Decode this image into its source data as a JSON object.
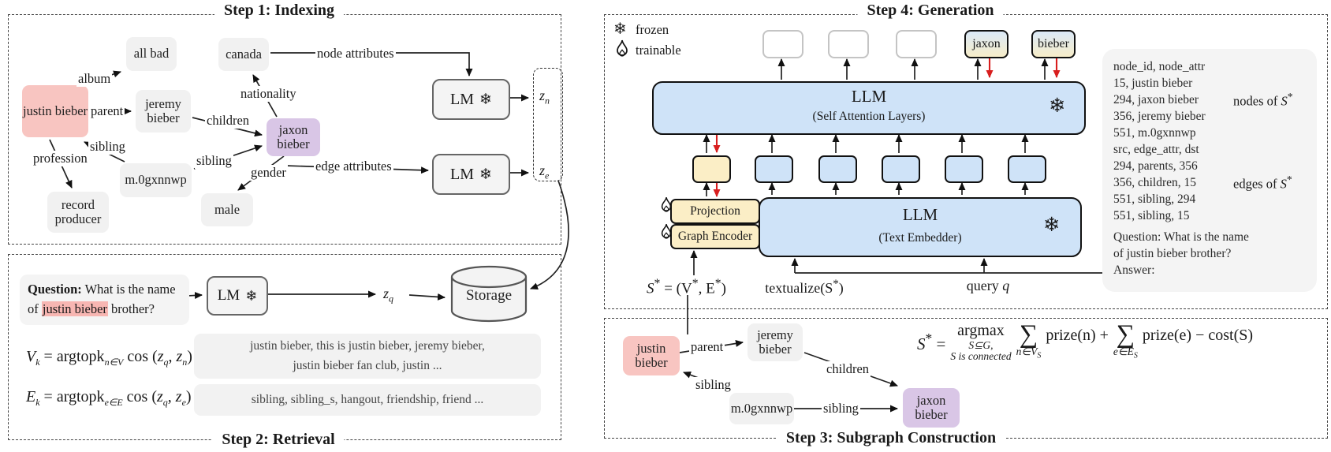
{
  "icons": {
    "snowflake": "❄",
    "flame": "flame"
  },
  "colors": {
    "node_pink": "#f8c5c1",
    "node_purple": "#d9c6e6",
    "node_gray": "#f1f1f1",
    "box_blue": "#cfe3f8",
    "box_yellow": "#fbeec6",
    "red_arrow": "#d81e1e",
    "attention_pink": "#f0aaaa"
  },
  "panels": {
    "step1": {
      "title": "Step 1: Indexing"
    },
    "step2": {
      "title": "Step 2: Retrieval"
    },
    "step3": {
      "title": "Step 3: Subgraph Construction"
    },
    "step4": {
      "title": "Step 4: Generation"
    }
  },
  "step1": {
    "nodes": {
      "justin": "justin bieber",
      "all_bad": "all bad",
      "jeremy": "jeremy bieber",
      "canada": "canada",
      "jaxon": "jaxon bieber",
      "m0": "m.0gxnnwp",
      "record": "record producer",
      "male": "male"
    },
    "edges": {
      "album": "album",
      "parent": "parent",
      "nationality": "nationality",
      "children": "children",
      "sibling_jb": "sibling",
      "sibling_jx": "sibling",
      "profession": "profession",
      "gender": "gender"
    },
    "node_attributes_label": "node attributes",
    "edge_attributes_label": "edge attributes",
    "lm_label": "LM",
    "z_n": {
      "base": "z",
      "sub": "n"
    },
    "z_e": {
      "base": "z",
      "sub": "e"
    }
  },
  "step2": {
    "question": {
      "bold": "Question:",
      "line1_rest": " What is the name",
      "line2_pre": "of ",
      "highlight": "justin bieber",
      "line2_post": " brother?"
    },
    "lm_label": "LM",
    "z_q": {
      "base": "z",
      "sub": "q"
    },
    "storage_label": "Storage",
    "vk": {
      "lhs": "V",
      "lhs_sub": "k",
      "eq": " = argtopk",
      "arg_sub": "n∈V",
      "cos": " cos (",
      "z1": "z",
      "z1_sub": "q",
      "sep": ", ",
      "z2": "z",
      "z2_sub": "n",
      "close": ")"
    },
    "ek": {
      "lhs": "E",
      "lhs_sub": "k",
      "eq": " = argtopk",
      "arg_sub": "e∈E",
      "cos": " cos (",
      "z1": "z",
      "z1_sub": "q",
      "sep": ", ",
      "z2": "z",
      "z2_sub": "e",
      "close": ")"
    },
    "retrieved_nodes_line1": "justin bieber, this is justin bieber, jeremy bieber,",
    "retrieved_nodes_line2": "justin bieber fan club, justin ...",
    "retrieved_edges_line1": "sibling, sibling_s, hangout, friendship, friend ..."
  },
  "step4": {
    "legend": {
      "frozen": "frozen",
      "trainable": "trainable"
    },
    "tokens_out": [
      "jaxon",
      "bieber"
    ],
    "llm_sa": {
      "name": "LLM",
      "sub": "(Self Attention Layers)"
    },
    "llm_te": {
      "name": "LLM",
      "sub": "(Text Embedder)"
    },
    "projection_label": "Projection",
    "graph_encoder_label": "Graph Encoder",
    "s_star": {
      "p1": "S",
      "s1": "*",
      "p2": " = (V",
      "s2": "*",
      "p3": ", E",
      "s3": "*",
      "p4": ")"
    },
    "textualize": {
      "p1": "textualize(S",
      "s1": "*",
      "p2": ")"
    },
    "query": {
      "p1": "query ",
      "q": "q"
    },
    "info": {
      "node_lines": [
        "node_id, node_attr",
        "15, justin bieber",
        "294, jaxon bieber",
        "356, jeremy bieber",
        "551, m.0gxnnwp"
      ],
      "nodes_label": {
        "pre": "nodes of ",
        "s": "S",
        "sup": "*"
      },
      "edge_lines": [
        "src, edge_attr, dst",
        "294, parents, 356",
        "356, children, 15",
        "551, sibling, 294",
        "551, sibling, 15"
      ],
      "edges_label": {
        "pre": "edges of ",
        "s": "S",
        "sup": "*"
      },
      "qa_lines": [
        "Question: What is the name",
        "of justin bieber brother?",
        "Answer:"
      ]
    }
  },
  "step3": {
    "nodes": {
      "justin": "justin bieber",
      "jeremy": "jeremy bieber",
      "m0": "m.0gxnnwp",
      "jaxon": "jaxon bieber"
    },
    "edges": {
      "parent": "parent",
      "sibling_jb": "sibling",
      "children": "children",
      "sibling_jx": "sibling"
    },
    "formula": {
      "lhs": "S",
      "star": "*",
      "eq": "=",
      "argmax": "argmax",
      "cond1": "S⊆G,",
      "cond2": "S is connected",
      "sigma": "∑",
      "lim1_pre": "n∈V",
      "lim1_sub": "S",
      "term1": "prize(n)",
      "plus": "+",
      "lim2_pre": "e∈E",
      "lim2_sub": "S",
      "term2": "prize(e)",
      "minus": "−",
      "term3": "cost(S)"
    }
  }
}
